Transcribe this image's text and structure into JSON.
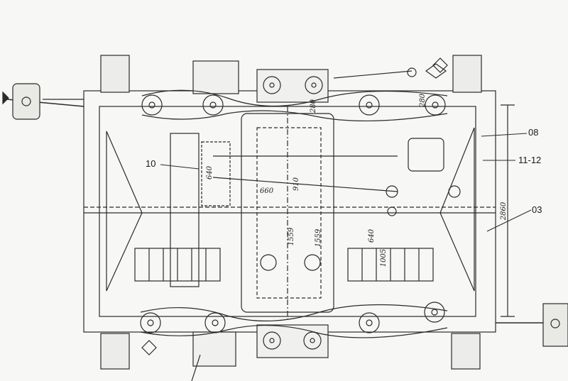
{
  "drawing": {
    "callouts": {
      "c10": "10",
      "c08": "08",
      "c11_12": "11-12",
      "c03": "03"
    },
    "dimensions": {
      "d640_left": "640",
      "d660": "660",
      "d910": "910",
      "d280_top": "280",
      "d280_right": "280",
      "d2860": "2860",
      "d1559": "1559",
      "d1559b": "1559",
      "d640_right": "640",
      "d1005": "1005"
    },
    "colors": {
      "ink": "#2b2b2b",
      "paper": "#f7f7f5"
    }
  }
}
